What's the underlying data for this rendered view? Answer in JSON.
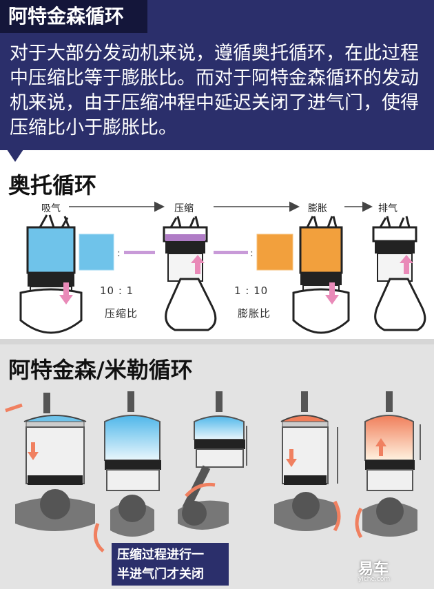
{
  "header": {
    "tab_title": "阿特金森循环",
    "body_text": "对于大部分发动机来说，遵循奥托循环，在此过程中压缩比等于膨胀比。而对于阿特金森循环的发动机来说，由于压缩冲程中延迟关闭了进气门，使得压缩比小于膨胀比。"
  },
  "otto": {
    "title": "奥托循环",
    "stages": [
      "吸气",
      "压缩",
      "膨胀",
      "排气"
    ],
    "compression_ratio": "10 : 1",
    "compression_label": "压缩比",
    "expansion_ratio": "1 : 10",
    "expansion_label": "膨胀比"
  },
  "atkinson": {
    "title": "阿特金森/米勒循环",
    "caption_line1": "压缩过程进行一",
    "caption_line2": "半进气门才关闭"
  },
  "watermark": {
    "brand": "易车",
    "site": "yiche.com"
  },
  "colors": {
    "header_bg": "#2b2f6b",
    "tab_bg": "#14163a",
    "intake_blue": "#6fc3ea",
    "compress_purple": "#b07cc6",
    "expand_orange": "#f2a03d",
    "arrow_pink": "#e98ab8",
    "hot_red": "#f08060"
  }
}
